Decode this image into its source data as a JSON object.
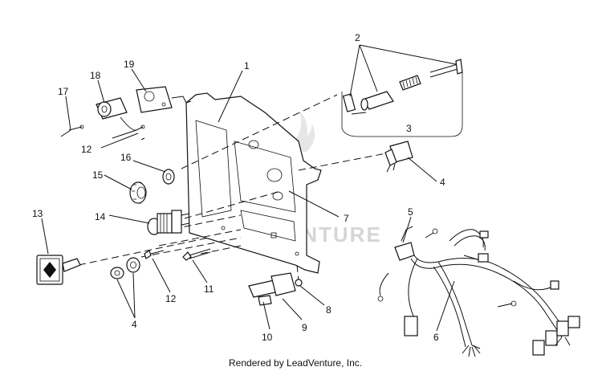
{
  "callouts": {
    "c1": "1",
    "c2": "2",
    "c3": "3",
    "c4a": "4",
    "c4b": "4",
    "c5": "5",
    "c6": "6",
    "c7": "7",
    "c8": "8",
    "c9": "9",
    "c10": "10",
    "c11": "11",
    "c12a": "12",
    "c12b": "12",
    "c13": "13",
    "c14": "14",
    "c15": "15",
    "c16": "16",
    "c17": "17",
    "c18": "18",
    "c19": "19"
  },
  "watermark": "ADVENTURE",
  "credit": "Rendered by LeadVenture, Inc."
}
